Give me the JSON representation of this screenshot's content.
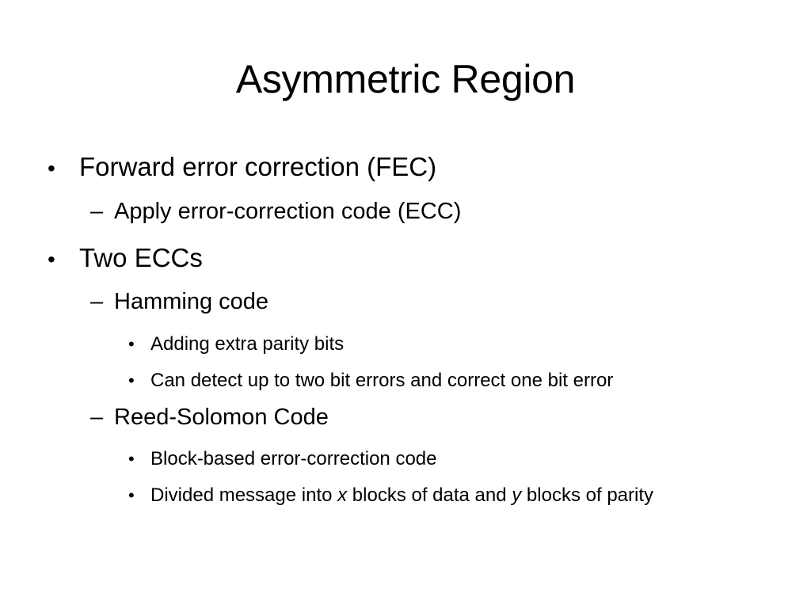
{
  "slide": {
    "title": "Asymmetric Region",
    "bullet_glyph": "•",
    "dash_glyph": "–",
    "items": [
      {
        "level": 1,
        "text": "Forward error correction (FEC)"
      },
      {
        "level": 2,
        "text": "Apply error-correction code (ECC)"
      },
      {
        "level": 1,
        "text": "Two ECCs"
      },
      {
        "level": 2,
        "text": "Hamming code"
      },
      {
        "level": 3,
        "text": "Adding extra parity bits"
      },
      {
        "level": 3,
        "text": "Can detect up to two bit errors and correct one bit error"
      },
      {
        "level": 2,
        "text": "Reed-Solomon Code"
      },
      {
        "level": 3,
        "text": "Block-based error-correction code"
      },
      {
        "level": 3,
        "parts": [
          "Divided message into ",
          "x",
          " blocks of data and ",
          "y",
          " blocks of parity"
        ]
      }
    ]
  }
}
